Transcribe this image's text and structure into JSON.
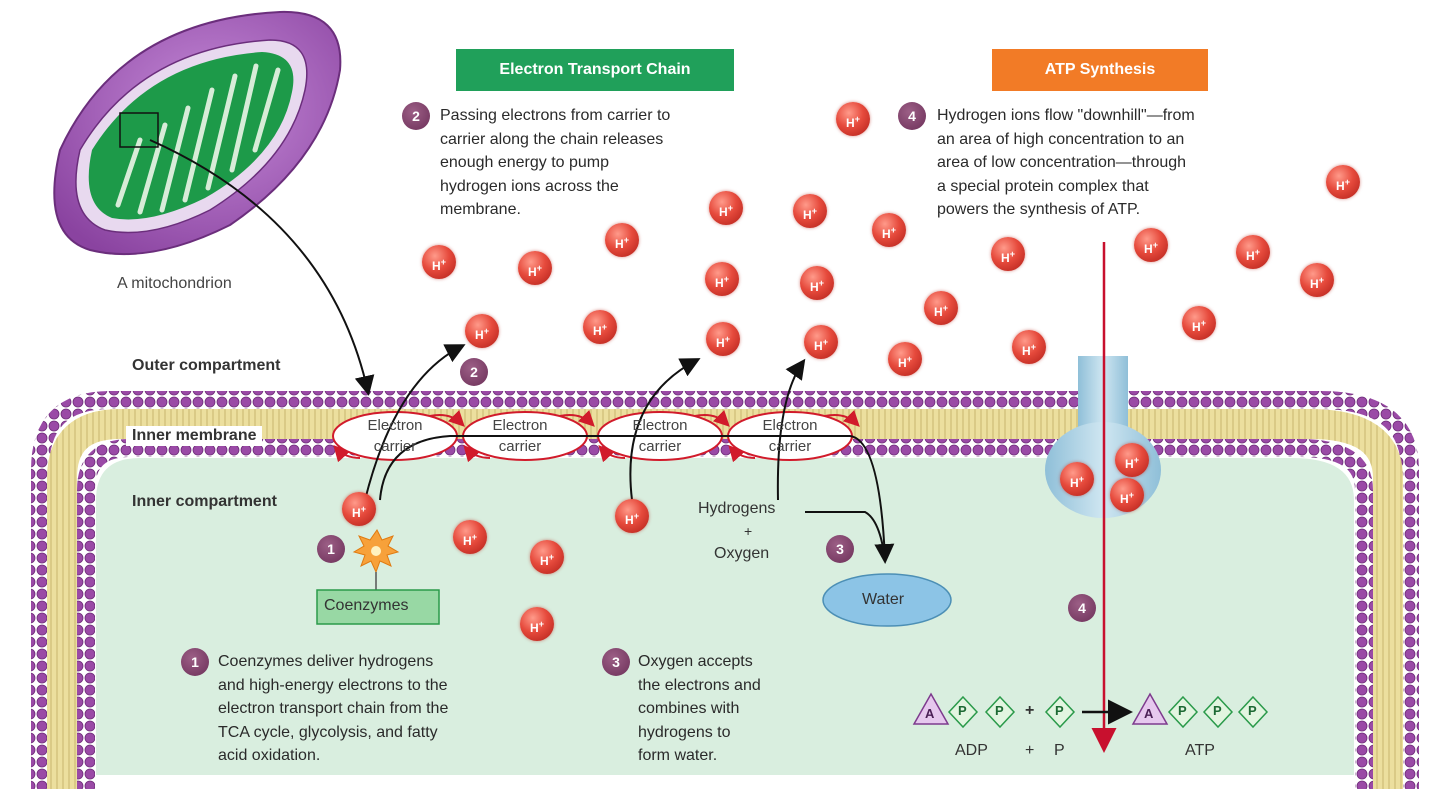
{
  "headers": {
    "etc": "Electron Transport Chain",
    "atp_synthesis": "ATP Synthesis"
  },
  "labels": {
    "mitochondrion": "A mitochondrion",
    "outer_compartment": "Outer compartment",
    "inner_membrane": "Inner membrane",
    "inner_compartment": "Inner compartment",
    "hydrogens": "Hydrogens",
    "plus": "+",
    "oxygen": "Oxygen",
    "water": "Water",
    "coenzymes": "Coenzymes",
    "electron_carrier": [
      "Electron",
      "carrier"
    ],
    "h_ion": "H+",
    "adp": "ADP",
    "adp_plus": "+",
    "p": "P",
    "atp": "ATP",
    "eq_plus": "+",
    "a_letter": "A",
    "p_letter": "P"
  },
  "steps": {
    "one": {
      "number": "1",
      "lines": [
        "Coenzymes deliver hydrogens",
        "and high-energy electrons to the",
        "electron transport chain from the",
        "TCA cycle, glycolysis, and fatty",
        "acid oxidation."
      ]
    },
    "two": {
      "number": "2",
      "lines": [
        "Passing electrons from carrier to",
        "carrier along the chain releases",
        "enough energy to pump",
        "hydrogen ions across the",
        "membrane."
      ]
    },
    "three": {
      "number": "3",
      "lines": [
        "Oxygen accepts",
        "the electrons and",
        "combines with",
        "hydrogens to",
        "form water."
      ]
    },
    "four": {
      "number": "4",
      "lines": [
        "Hydrogen ions flow \"downhill\"—from",
        "an area of high concentration to an",
        "area of low concentration—through",
        "a special protein complex that",
        "powers the synthesis of ATP."
      ]
    }
  },
  "colors": {
    "etc_header": "#20a05a",
    "atp_header": "#f27b26",
    "membrane_purple": "#8a3d98",
    "membrane_core": "#e9dea0",
    "inner_compartment": "#d9eedf",
    "h_ion": "#d8352a",
    "water": "#8cc4e6",
    "synthase": "#a9cfe3",
    "coenzyme_box": "#98d8a4",
    "atp_arrow": "#c8102e",
    "step_badge": "#7a3a66"
  }
}
